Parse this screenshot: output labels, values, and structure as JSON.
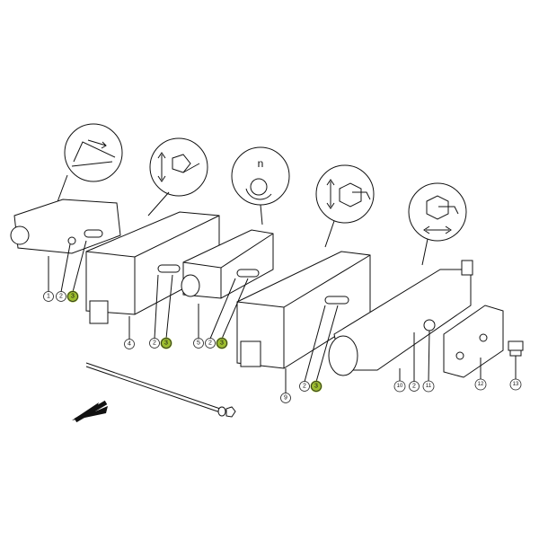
{
  "colors": {
    "highlight": "#9cbd2e",
    "line": "#111111"
  },
  "labels": [
    "1",
    "2",
    "3",
    "4",
    "2",
    "3",
    "5",
    "2",
    "3",
    "9",
    "2",
    "3",
    "10",
    "2",
    "11",
    "12",
    "13"
  ],
  "highlighted": [
    "3"
  ],
  "callouts": [
    "slide-angle-icon",
    "rotate-lift-icon",
    "rotation-speed-icon",
    "hex-lift-icon",
    "hex-shift-icon"
  ]
}
